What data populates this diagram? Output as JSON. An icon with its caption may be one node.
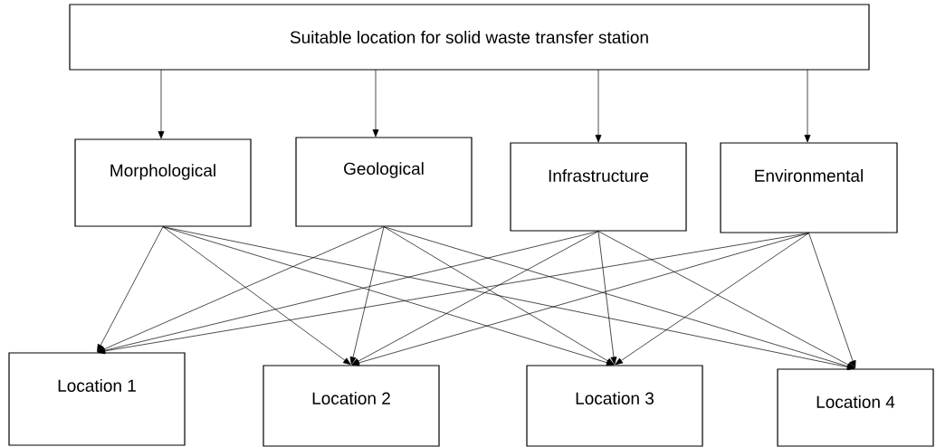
{
  "diagram": {
    "nodes": [
      {
        "text": [
          "Suitable location for solid waste transfer station"
        ]
      },
      {
        "text": [
          "Morphological"
        ]
      },
      {
        "text": [
          "Geological"
        ]
      },
      {
        "text": [
          "Infrastructure"
        ]
      },
      {
        "text": [
          "Environmental"
        ]
      },
      {
        "text": [
          "Location 1"
        ]
      },
      {
        "text": [
          "Location 2"
        ]
      },
      {
        "text": [
          "Location 3"
        ]
      },
      {
        "text": [
          "Location 4"
        ]
      }
    ],
    "edges": [
      {
        "from": 0,
        "to": 1,
        "arrow": "to"
      },
      {
        "from": 0,
        "to": 2,
        "arrow": "to"
      },
      {
        "from": 0,
        "to": 3,
        "arrow": "to"
      },
      {
        "from": 0,
        "to": 4,
        "arrow": "to"
      },
      {
        "from": 1,
        "to": 5,
        "arrow": "to"
      },
      {
        "from": 1,
        "to": 6,
        "arrow": "to"
      },
      {
        "from": 1,
        "to": 7,
        "arrow": "to"
      },
      {
        "from": 1,
        "to": 8,
        "arrow": "to"
      },
      {
        "from": 2,
        "to": 5,
        "arrow": "to"
      },
      {
        "from": 2,
        "to": 6,
        "arrow": "to"
      },
      {
        "from": 2,
        "to": 7,
        "arrow": "to"
      },
      {
        "from": 2,
        "to": 8,
        "arrow": "to"
      },
      {
        "from": 3,
        "to": 5,
        "arrow": "to"
      },
      {
        "from": 3,
        "to": 6,
        "arrow": "to"
      },
      {
        "from": 3,
        "to": 7,
        "arrow": "to"
      },
      {
        "from": 3,
        "to": 8,
        "arrow": "to"
      },
      {
        "from": 4,
        "to": 5,
        "arrow": "to"
      },
      {
        "from": 4,
        "to": 6,
        "arrow": "to"
      },
      {
        "from": 4,
        "to": 7,
        "arrow": "to"
      },
      {
        "from": 4,
        "to": 8,
        "arrow": "to"
      }
    ]
  }
}
